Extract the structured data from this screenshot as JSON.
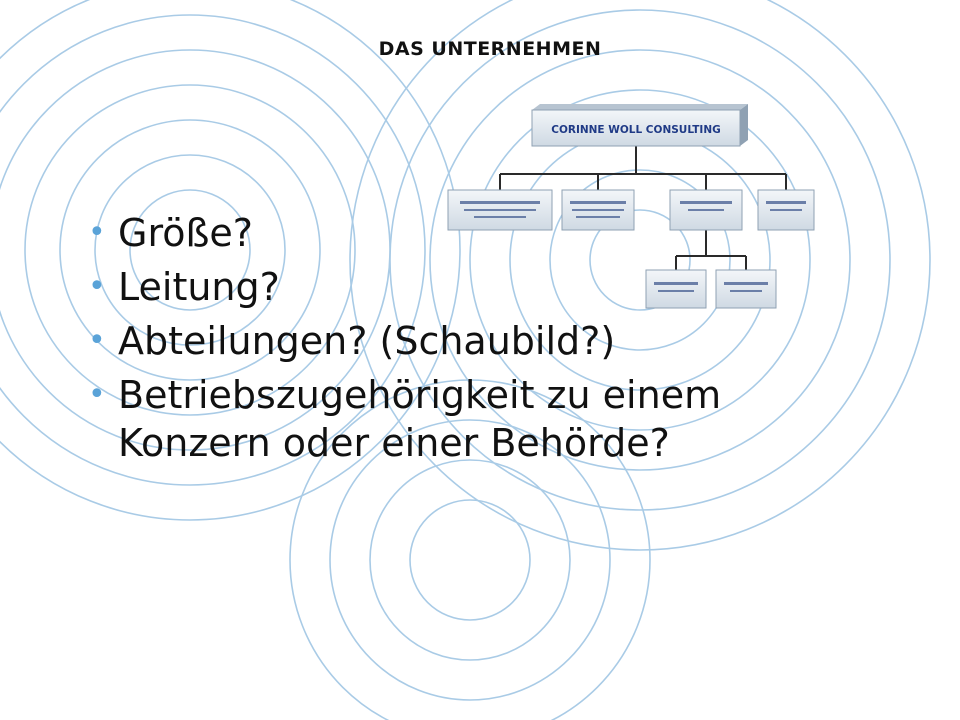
{
  "slide": {
    "title": "DAS UNTERNEHMEN",
    "bullet_symbol": "•",
    "bullets": [
      "Größe?",
      "Leitung?",
      "Abteilungen? (Schaubild?)",
      "Betriebszugehörigkeit zu einem Konzern oder einer Behörde?"
    ]
  },
  "org_chart": {
    "top_box": "CORINNE WOLL CONSULTING",
    "level2": [
      "",
      "",
      "",
      ""
    ],
    "level3": [
      "",
      ""
    ]
  },
  "colors": {
    "ring": "#a9cbe6",
    "bullet": "#5aa3d8",
    "box_fill": "#dde6ee",
    "box_text": "#1f3a86",
    "connector": "#2a2a2a"
  }
}
